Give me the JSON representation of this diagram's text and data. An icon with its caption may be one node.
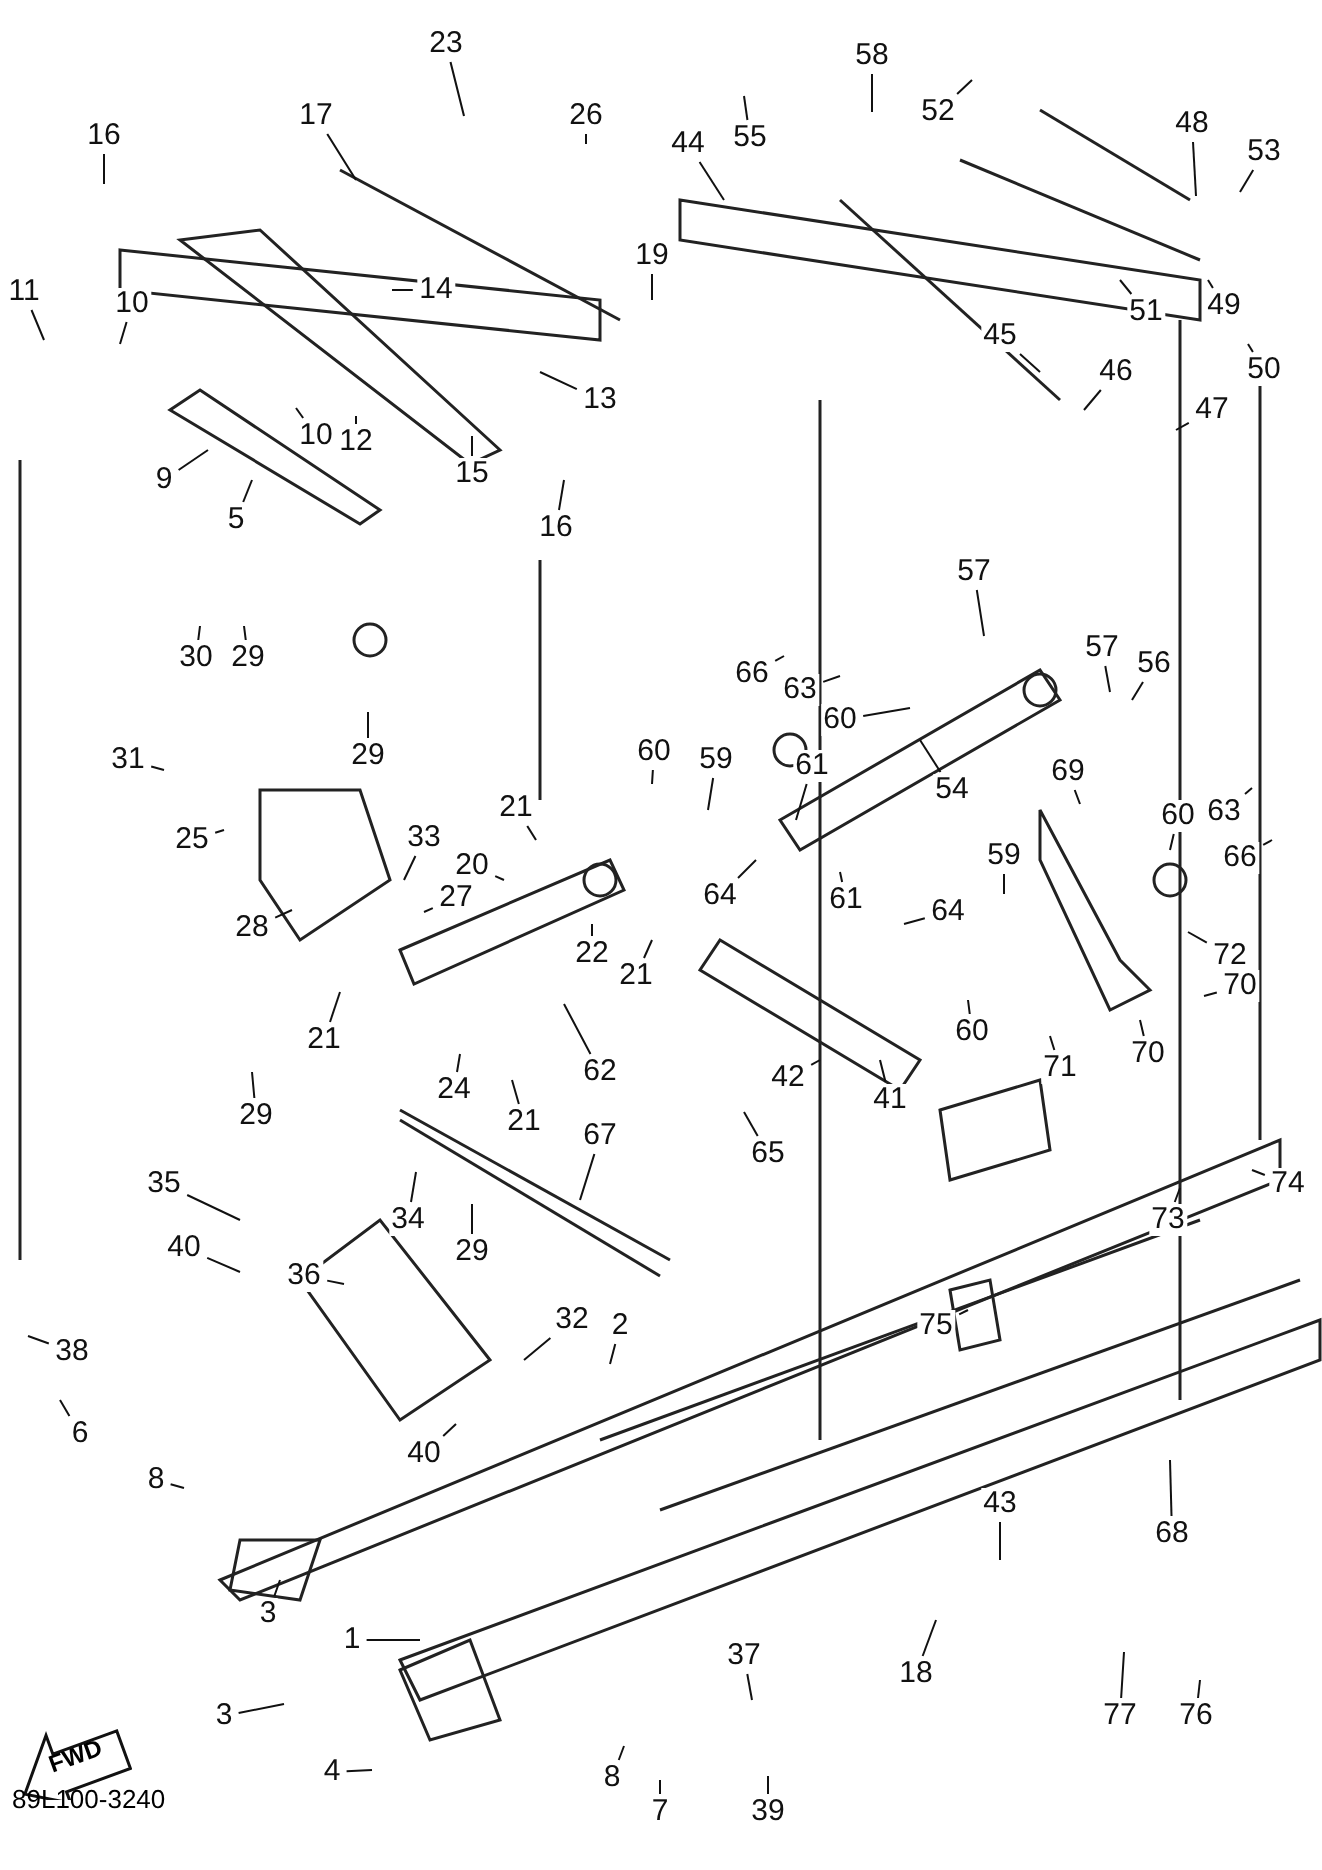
{
  "diagram": {
    "nodes": [
      {
        "text": [
          "23"
        ]
      },
      {
        "text": [
          "58"
        ]
      },
      {
        "text": [
          "52"
        ]
      },
      {
        "text": [
          "16"
        ]
      },
      {
        "text": [
          "17"
        ]
      },
      {
        "text": [
          "26"
        ]
      },
      {
        "text": [
          "55"
        ]
      },
      {
        "text": [
          "44"
        ]
      },
      {
        "text": [
          "48"
        ]
      },
      {
        "text": [
          "53"
        ]
      },
      {
        "text": [
          "11"
        ]
      },
      {
        "text": [
          "10"
        ]
      },
      {
        "text": [
          "14"
        ]
      },
      {
        "text": [
          "19"
        ]
      },
      {
        "text": [
          "51"
        ]
      },
      {
        "text": [
          "49"
        ]
      },
      {
        "text": [
          "45"
        ]
      },
      {
        "text": [
          "50"
        ]
      },
      {
        "text": [
          "46"
        ]
      },
      {
        "text": [
          "13"
        ]
      },
      {
        "text": [
          "10"
        ]
      },
      {
        "text": [
          "12"
        ]
      },
      {
        "text": [
          "47"
        ]
      },
      {
        "text": [
          "9"
        ]
      },
      {
        "text": [
          "15"
        ]
      },
      {
        "text": [
          "5"
        ]
      },
      {
        "text": [
          "16"
        ]
      },
      {
        "text": [
          "57"
        ]
      },
      {
        "text": [
          "30"
        ]
      },
      {
        "text": [
          "29"
        ]
      },
      {
        "text": [
          "57"
        ]
      },
      {
        "text": [
          "56"
        ]
      },
      {
        "text": [
          "66"
        ]
      },
      {
        "text": [
          "63"
        ]
      },
      {
        "text": [
          "60"
        ]
      },
      {
        "text": [
          "29"
        ]
      },
      {
        "text": [
          "60"
        ]
      },
      {
        "text": [
          "59"
        ]
      },
      {
        "text": [
          "31"
        ]
      },
      {
        "text": [
          "61"
        ]
      },
      {
        "text": [
          "69"
        ]
      },
      {
        "text": [
          "54"
        ]
      },
      {
        "text": [
          "21"
        ]
      },
      {
        "text": [
          "60"
        ]
      },
      {
        "text": [
          "63"
        ]
      },
      {
        "text": [
          "25"
        ]
      },
      {
        "text": [
          "33"
        ]
      },
      {
        "text": [
          "20"
        ]
      },
      {
        "text": [
          "59"
        ]
      },
      {
        "text": [
          "66"
        ]
      },
      {
        "text": [
          "27"
        ]
      },
      {
        "text": [
          "64"
        ]
      },
      {
        "text": [
          "61"
        ]
      },
      {
        "text": [
          "64"
        ]
      },
      {
        "text": [
          "28"
        ]
      },
      {
        "text": [
          "22"
        ]
      },
      {
        "text": [
          "72"
        ]
      },
      {
        "text": [
          "21"
        ]
      },
      {
        "text": [
          "70"
        ]
      },
      {
        "text": [
          "60"
        ]
      },
      {
        "text": [
          "21"
        ]
      },
      {
        "text": [
          "70"
        ]
      },
      {
        "text": [
          "71"
        ]
      },
      {
        "text": [
          "62"
        ]
      },
      {
        "text": [
          "42"
        ]
      },
      {
        "text": [
          "24"
        ]
      },
      {
        "text": [
          "41"
        ]
      },
      {
        "text": [
          "29"
        ]
      },
      {
        "text": [
          "21"
        ]
      },
      {
        "text": [
          "67"
        ]
      },
      {
        "text": [
          "65"
        ]
      },
      {
        "text": [
          "35"
        ]
      },
      {
        "text": [
          "74"
        ]
      },
      {
        "text": [
          "34"
        ]
      },
      {
        "text": [
          "73"
        ]
      },
      {
        "text": [
          "40"
        ]
      },
      {
        "text": [
          "29"
        ]
      },
      {
        "text": [
          "36"
        ]
      },
      {
        "text": [
          "32"
        ]
      },
      {
        "text": [
          "2"
        ]
      },
      {
        "text": [
          "75"
        ]
      },
      {
        "text": [
          "38"
        ]
      },
      {
        "text": [
          "6"
        ]
      },
      {
        "text": [
          "40"
        ]
      },
      {
        "text": [
          "8"
        ]
      },
      {
        "text": [
          "43"
        ]
      },
      {
        "text": [
          "68"
        ]
      },
      {
        "text": [
          "3"
        ]
      },
      {
        "text": [
          "1"
        ]
      },
      {
        "text": [
          "37"
        ]
      },
      {
        "text": [
          "18"
        ]
      },
      {
        "text": [
          "3"
        ]
      },
      {
        "text": [
          "77"
        ]
      },
      {
        "text": [
          "76"
        ]
      },
      {
        "text": [
          "4"
        ]
      },
      {
        "text": [
          "8"
        ]
      },
      {
        "text": [
          "7"
        ]
      },
      {
        "text": [
          "39"
        ]
      },
      {
        "text": [
          "FWD"
        ]
      }
    ],
    "edges": [
      {
        "from": 0,
        "to": null,
        "arrow": "none"
      },
      {
        "from": 1,
        "to": null,
        "arrow": "none"
      },
      {
        "from": 2,
        "to": null,
        "arrow": "none"
      },
      {
        "from": 3,
        "to": null,
        "arrow": "none"
      },
      {
        "from": 4,
        "to": null,
        "arrow": "none"
      },
      {
        "from": 5,
        "to": null,
        "arrow": "none"
      },
      {
        "from": 6,
        "to": null,
        "arrow": "none"
      },
      {
        "from": 7,
        "to": null,
        "arrow": "none"
      },
      {
        "from": 8,
        "to": null,
        "arrow": "none"
      },
      {
        "from": 9,
        "to": null,
        "arrow": "none"
      },
      {
        "from": 10,
        "to": null,
        "arrow": "none"
      },
      {
        "from": 11,
        "to": null,
        "arrow": "none"
      },
      {
        "from": 12,
        "to": null,
        "arrow": "none"
      },
      {
        "from": 13,
        "to": null,
        "arrow": "none"
      },
      {
        "from": 14,
        "to": null,
        "arrow": "none"
      },
      {
        "from": 15,
        "to": null,
        "arrow": "none"
      },
      {
        "from": 16,
        "to": null,
        "arrow": "none"
      },
      {
        "from": 17,
        "to": null,
        "arrow": "none"
      },
      {
        "from": 18,
        "to": null,
        "arrow": "none"
      },
      {
        "from": 19,
        "to": null,
        "arrow": "none"
      },
      {
        "from": 20,
        "to": null,
        "arrow": "none"
      },
      {
        "from": 21,
        "to": null,
        "arrow": "none"
      },
      {
        "from": 22,
        "to": null,
        "arrow": "none"
      },
      {
        "from": 23,
        "to": null,
        "arrow": "none"
      },
      {
        "from": 24,
        "to": null,
        "arrow": "none"
      },
      {
        "from": 25,
        "to": null,
        "arrow": "none"
      },
      {
        "from": 26,
        "to": null,
        "arrow": "none"
      },
      {
        "from": 27,
        "to": null,
        "arrow": "none"
      },
      {
        "from": 28,
        "to": null,
        "arrow": "none"
      },
      {
        "from": 29,
        "to": null,
        "arrow": "none"
      },
      {
        "from": 30,
        "to": null,
        "arrow": "none"
      },
      {
        "from": 31,
        "to": null,
        "arrow": "none"
      },
      {
        "from": 32,
        "to": null,
        "arrow": "none"
      },
      {
        "from": 33,
        "to": null,
        "arrow": "none"
      },
      {
        "from": 34,
        "to": null,
        "arrow": "none"
      },
      {
        "from": 35,
        "to": null,
        "arrow": "none"
      },
      {
        "from": 36,
        "to": null,
        "arrow": "none"
      },
      {
        "from": 37,
        "to": null,
        "arrow": "none"
      },
      {
        "from": 38,
        "to": null,
        "arrow": "none"
      },
      {
        "from": 39,
        "to": null,
        "arrow": "none"
      },
      {
        "from": 40,
        "to": null,
        "arrow": "none"
      },
      {
        "from": 41,
        "to": null,
        "arrow": "none"
      },
      {
        "from": 42,
        "to": null,
        "arrow": "none"
      },
      {
        "from": 43,
        "to": null,
        "arrow": "none"
      },
      {
        "from": 44,
        "to": null,
        "arrow": "none"
      },
      {
        "from": 45,
        "to": null,
        "arrow": "none"
      },
      {
        "from": 46,
        "to": null,
        "arrow": "none"
      },
      {
        "from": 47,
        "to": null,
        "arrow": "none"
      },
      {
        "from": 48,
        "to": null,
        "arrow": "none"
      },
      {
        "from": 49,
        "to": null,
        "arrow": "none"
      },
      {
        "from": 50,
        "to": null,
        "arrow": "none"
      },
      {
        "from": 51,
        "to": null,
        "arrow": "none"
      },
      {
        "from": 52,
        "to": null,
        "arrow": "none"
      },
      {
        "from": 53,
        "to": null,
        "arrow": "none"
      },
      {
        "from": 54,
        "to": null,
        "arrow": "none"
      },
      {
        "from": 55,
        "to": null,
        "arrow": "none"
      },
      {
        "from": 56,
        "to": null,
        "arrow": "none"
      },
      {
        "from": 57,
        "to": null,
        "arrow": "none"
      },
      {
        "from": 58,
        "to": null,
        "arrow": "none"
      },
      {
        "from": 59,
        "to": null,
        "arrow": "none"
      },
      {
        "from": 60,
        "to": null,
        "arrow": "none"
      },
      {
        "from": 61,
        "to": null,
        "arrow": "none"
      },
      {
        "from": 62,
        "to": null,
        "arrow": "none"
      },
      {
        "from": 63,
        "to": null,
        "arrow": "none"
      },
      {
        "from": 64,
        "to": null,
        "arrow": "none"
      },
      {
        "from": 65,
        "to": null,
        "arrow": "none"
      },
      {
        "from": 66,
        "to": null,
        "arrow": "none"
      },
      {
        "from": 67,
        "to": null,
        "arrow": "none"
      },
      {
        "from": 68,
        "to": null,
        "arrow": "none"
      },
      {
        "from": 69,
        "to": null,
        "arrow": "none"
      },
      {
        "from": 70,
        "to": null,
        "arrow": "none"
      },
      {
        "from": 71,
        "to": null,
        "arrow": "none"
      },
      {
        "from": 72,
        "to": null,
        "arrow": "none"
      },
      {
        "from": 73,
        "to": null,
        "arrow": "none"
      },
      {
        "from": 74,
        "to": null,
        "arrow": "none"
      },
      {
        "from": 75,
        "to": null,
        "arrow": "none"
      },
      {
        "from": 76,
        "to": null,
        "arrow": "none"
      },
      {
        "from": 77,
        "to": null,
        "arrow": "none"
      },
      {
        "from": 78,
        "to": null,
        "arrow": "none"
      },
      {
        "from": 79,
        "to": null,
        "arrow": "none"
      },
      {
        "from": 80,
        "to": null,
        "arrow": "none"
      },
      {
        "from": 81,
        "to": null,
        "arrow": "none"
      },
      {
        "from": 82,
        "to": null,
        "arrow": "none"
      },
      {
        "from": 83,
        "to": null,
        "arrow": "none"
      },
      {
        "from": 84,
        "to": null,
        "arrow": "none"
      },
      {
        "from": 85,
        "to": null,
        "arrow": "none"
      },
      {
        "from": 86,
        "to": null,
        "arrow": "none"
      },
      {
        "from": 87,
        "to": null,
        "arrow": "none"
      },
      {
        "from": 88,
        "to": null,
        "arrow": "none"
      },
      {
        "from": 89,
        "to": null,
        "arrow": "none"
      },
      {
        "from": 90,
        "to": null,
        "arrow": "none"
      },
      {
        "from": 91,
        "to": null,
        "arrow": "none"
      },
      {
        "from": 92,
        "to": null,
        "arrow": "none"
      },
      {
        "from": 93,
        "to": null,
        "arrow": "none"
      },
      {
        "from": 94,
        "to": null,
        "arrow": "none"
      },
      {
        "from": 95,
        "to": null,
        "arrow": "none"
      },
      {
        "from": 96,
        "to": null,
        "arrow": "none"
      },
      {
        "from": 97,
        "to": null,
        "arrow": "none"
      }
    ],
    "labels": [
      "89L100-3240"
    ]
  }
}
